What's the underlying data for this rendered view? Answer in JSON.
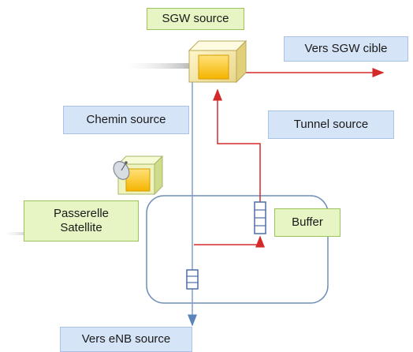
{
  "labels": {
    "sgw_source": "SGW source",
    "vers_sgw_cible": "Vers SGW cible",
    "chemin_source": "Chemin  source",
    "tunnel_source": "Tunnel  source",
    "passerelle_line1": "Passerelle",
    "passerelle_line2": "Satellite",
    "buffer": "Buffer",
    "vers_enb_source": "Vers eNB source"
  },
  "colors": {
    "tunnel_arrow": "#d42a2a",
    "path_arrow": "#5b85b8",
    "node_fill": "#ffd24a",
    "label_green": "#e7f5c4",
    "label_blue": "#d6e4f7"
  },
  "icons": [
    "server-box-icon",
    "satellite-dish-icon",
    "buffer-queue-icon"
  ]
}
